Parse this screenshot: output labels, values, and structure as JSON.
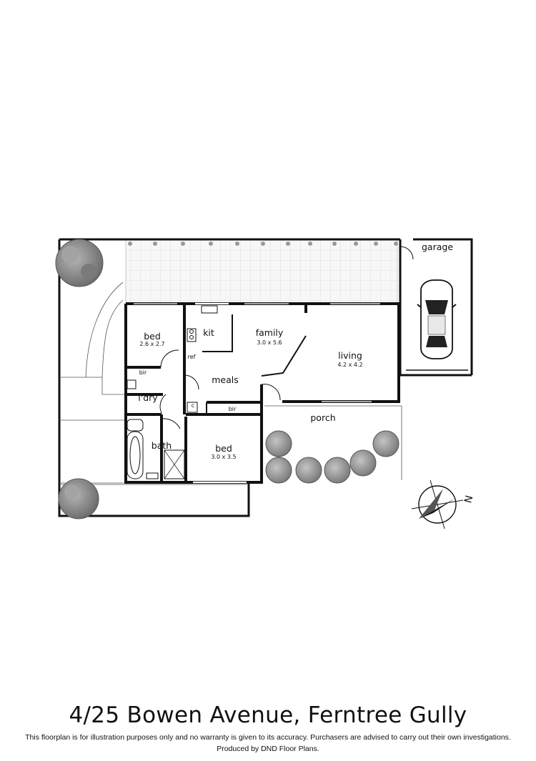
{
  "rooms": {
    "garage": {
      "name": "garage"
    },
    "bed1": {
      "name": "bed",
      "dims": "2.6 x 2.7"
    },
    "kit": {
      "name": "kit"
    },
    "family": {
      "name": "family",
      "dims": "3.0 x 5.6"
    },
    "living": {
      "name": "living",
      "dims": "4.2 x 4.2"
    },
    "meals": {
      "name": "meals"
    },
    "ldry": {
      "name": "l'dry"
    },
    "bath": {
      "name": "bath"
    },
    "bed2": {
      "name": "bed",
      "dims": "3.0 x 3.5"
    },
    "porch": {
      "name": "porch"
    }
  },
  "fixtures": {
    "bir1": "bir",
    "bir2": "bir",
    "ref": "ref",
    "cupboard": "c"
  },
  "compass": {
    "label": "N"
  },
  "footer": {
    "title": "4/25 Bowen Avenue, Ferntree Gully",
    "disclaimer": "This floorplan is for illustration purposes only and no warranty is given to its accuracy. Purchasers are advised to carry out their own investigations.",
    "producer": "Produced by DND Floor Plans."
  },
  "colors": {
    "wall": "#111111",
    "tree": "#8c8c8c",
    "paving": "#f2f2f2"
  }
}
